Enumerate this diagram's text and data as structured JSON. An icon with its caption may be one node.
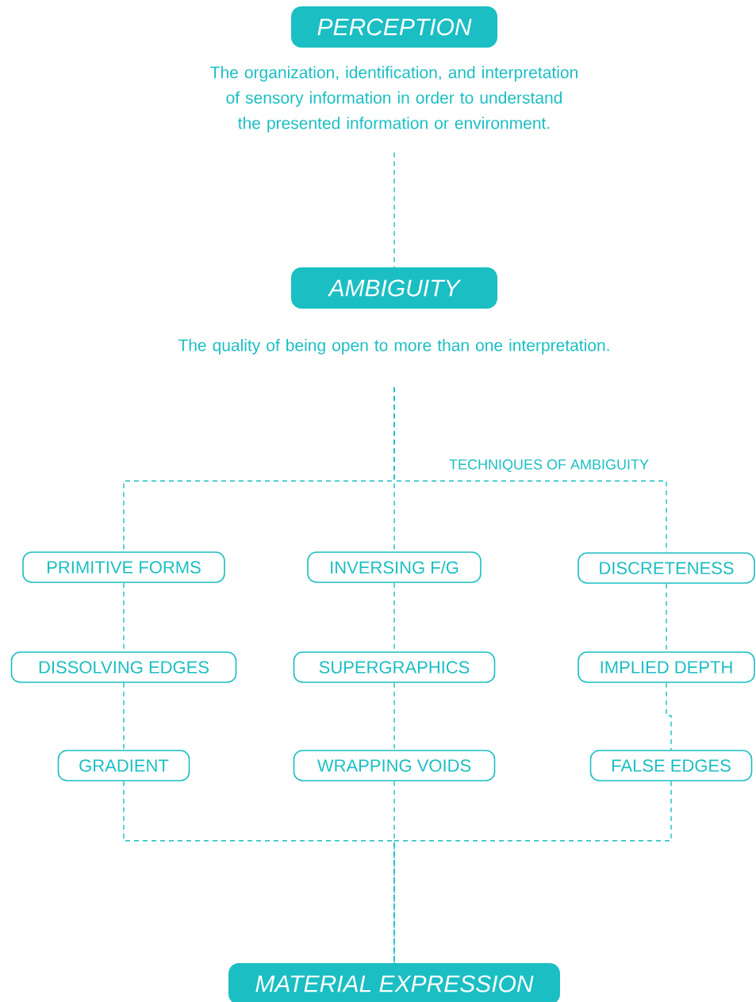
{
  "diagram": {
    "nodes": [
      {
        "text": [
          "PERCEPTION"
        ],
        "beside": [
          "The organization, identification, and interpretation of sensory information in order to understand the presented information or environment."
        ]
      },
      {
        "text": [
          "AMBIGUITY"
        ],
        "beside": [
          "The quality of being open to more than one interpretation."
        ]
      },
      {
        "text": [
          "PRIMITIVE FORMS"
        ]
      },
      {
        "text": [
          "INVERSING F/G"
        ]
      },
      {
        "text": [
          "DISCRETENESS"
        ]
      },
      {
        "text": [
          "DISSOLVING EDGES"
        ]
      },
      {
        "text": [
          "SUPERGRAPHICS"
        ]
      },
      {
        "text": [
          "IMPLIED DEPTH"
        ]
      },
      {
        "text": [
          "GRADIENT"
        ]
      },
      {
        "text": [
          "WRAPPING VOIDS"
        ]
      },
      {
        "text": [
          "FALSE EDGES"
        ]
      },
      {
        "text": [
          "MATERIAL EXPRESSION"
        ]
      }
    ],
    "edges": [
      {
        "from": 0,
        "to": 1,
        "arrow": "none",
        "style": "dashed"
      },
      {
        "from": 1,
        "to": 2,
        "arrow": "none",
        "style": "dashed"
      },
      {
        "from": 1,
        "to": 3,
        "arrow": "none",
        "style": "dashed"
      },
      {
        "from": 1,
        "to": 4,
        "arrow": "none",
        "style": "dashed"
      },
      {
        "from": 2,
        "to": 5,
        "arrow": "none",
        "style": "dashed"
      },
      {
        "from": 5,
        "to": 8,
        "arrow": "none",
        "style": "dashed"
      },
      {
        "from": 3,
        "to": 6,
        "arrow": "none",
        "style": "dashed"
      },
      {
        "from": 6,
        "to": 9,
        "arrow": "none",
        "style": "dashed"
      },
      {
        "from": 4,
        "to": 7,
        "arrow": "none",
        "style": "dashed"
      },
      {
        "from": 7,
        "to": 10,
        "arrow": "none",
        "style": "dashed"
      },
      {
        "from": 8,
        "to": 11,
        "arrow": "none",
        "style": "dashed"
      },
      {
        "from": 9,
        "to": 11,
        "arrow": "none",
        "style": "dashed"
      },
      {
        "from": 10,
        "to": 11,
        "arrow": "none",
        "style": "dashed"
      }
    ],
    "labels": [
      "TECHNIQUES OF AMBIGUITY"
    ]
  }
}
